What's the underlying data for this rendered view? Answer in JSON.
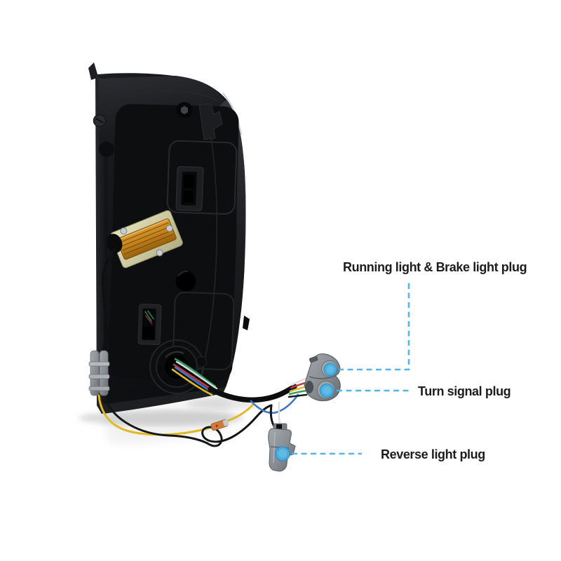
{
  "colors": {
    "background": "#ffffff",
    "callout_line": "#54b6e8",
    "marker_fill": "#49b0e4",
    "marker_edge": "#2e93c9",
    "label_text": "#1c1c1e",
    "housing_black": "#121316",
    "resistor_gold": "#c2801c",
    "resistor_plate": "#d9d6a6",
    "connector_gray": "#8b9196",
    "wire_yellow": "#e0b824",
    "wire_green": "#2f9e5f",
    "wire_red": "#c23a45",
    "wire_blue": "#3a78c9",
    "wire_white": "#dedede"
  },
  "annotations": [
    {
      "id": "running-brake-light-plug",
      "label": "Running light & Brake light plug"
    },
    {
      "id": "turn-signal-plug",
      "label": "Turn signal plug"
    },
    {
      "id": "reverse-light-plug",
      "label": "Reverse light plug"
    }
  ]
}
